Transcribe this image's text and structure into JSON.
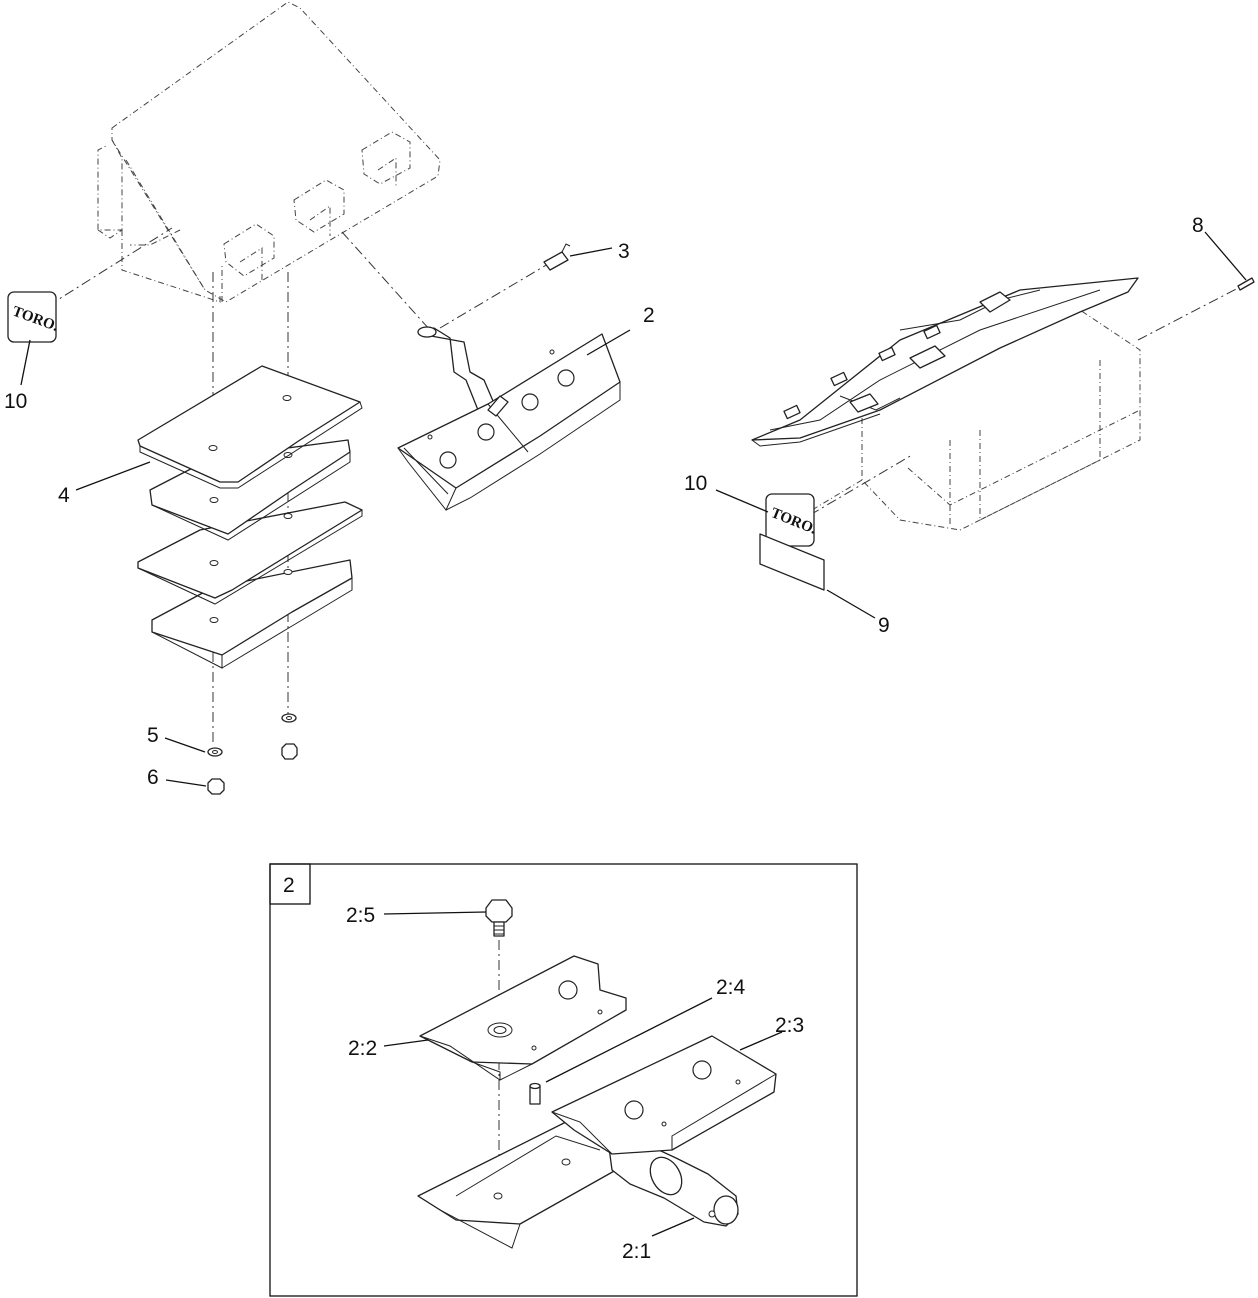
{
  "callouts": {
    "c2": "2",
    "c3": "3",
    "c4": "4",
    "c5": "5",
    "c6": "6",
    "c8": "8",
    "c9": "9",
    "c10a": "10",
    "c10b": "10"
  },
  "detail": {
    "box_label": "2",
    "c21": "2:1",
    "c22": "2:2",
    "c23": "2:3",
    "c24": "2:4",
    "c25": "2:5"
  },
  "decal_text": "TORO."
}
